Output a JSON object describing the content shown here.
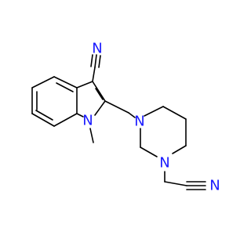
{
  "molecule": {
    "atoms": {
      "nitrile_n_top": {
        "symbol": "N",
        "color": "#1a1aff"
      },
      "indole_n": {
        "symbol": "N",
        "color": "#1a1aff"
      },
      "piperazine_n_upper": {
        "symbol": "N",
        "color": "#1a1aff"
      },
      "piperazine_n_lower": {
        "symbol": "N",
        "color": "#1a1aff"
      },
      "nitrile_n_right": {
        "symbol": "N",
        "color": "#1a1aff"
      }
    },
    "colors": {
      "bond": "#000000",
      "nitrogen": "#1a1aff",
      "background": "#ffffff"
    }
  }
}
